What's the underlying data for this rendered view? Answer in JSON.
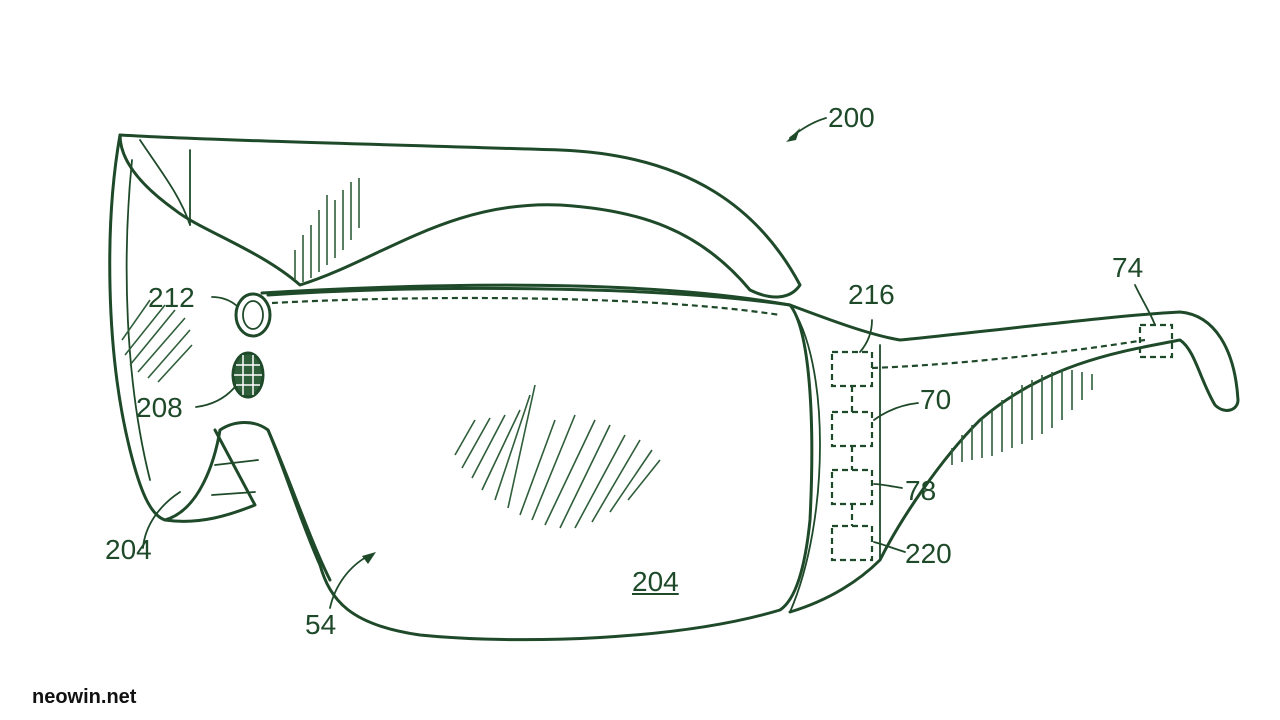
{
  "labels": {
    "ref_200": "200",
    "ref_212": "212",
    "ref_208": "208",
    "ref_204_left": "204",
    "ref_54": "54",
    "ref_204_lens": "204",
    "ref_216": "216",
    "ref_70": "70",
    "ref_78": "78",
    "ref_220": "220",
    "ref_74": "74"
  },
  "watermark": "neowin.net",
  "colors": {
    "ink": "#1f4a2a",
    "background": "#ffffff"
  }
}
